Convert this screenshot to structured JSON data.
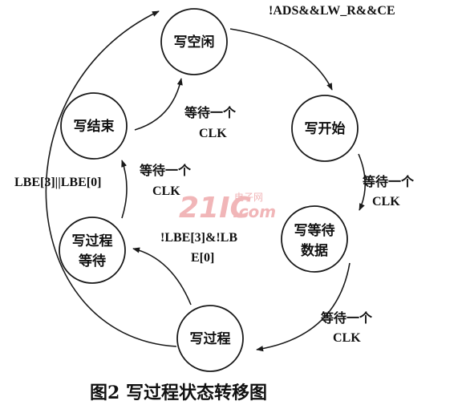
{
  "diagram": {
    "states": {
      "idle": {
        "line1": "写空闲",
        "line2": ""
      },
      "start": {
        "line1": "写开始",
        "line2": ""
      },
      "wait_data": {
        "line1": "写等待",
        "line2": "数据"
      },
      "process": {
        "line1": "写过程",
        "line2": ""
      },
      "process_wait": {
        "line1": "写过程",
        "line2": "等待"
      },
      "end": {
        "line1": "写结束",
        "line2": ""
      }
    },
    "edges": {
      "idle_to_start": {
        "line1": "!ADS&&LW_R&&CE"
      },
      "start_to_wait": {
        "line1": "等待一个",
        "line2": "CLK"
      },
      "wait_to_process": {
        "line1": "等待一个",
        "line2": "CLK"
      },
      "process_to_pwait": {
        "line1": "!LBE[3]&!LB",
        "line2": "E[0]"
      },
      "pwait_to_end": {
        "line1": "等待一个",
        "line2": "CLK"
      },
      "end_to_idle": {
        "line1": "等待一个",
        "line2": "CLK"
      },
      "pwait_to_idle": {
        "line1": "LBE[3]||LBE[0]"
      }
    },
    "caption": "图2  写过程状态转移图",
    "watermark": {
      "logo": "21IC",
      "small": "电子网",
      "domain": ".com"
    },
    "stroke_color": "#1a1a1a",
    "watermark_color": "#f1b6b8"
  }
}
